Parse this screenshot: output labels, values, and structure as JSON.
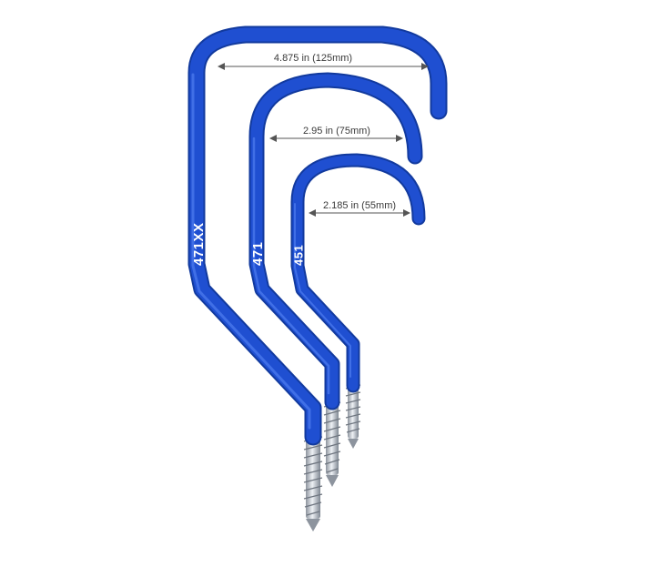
{
  "colors": {
    "hook_blue": "#1f4fd1",
    "hook_blue_dark": "#123a9e",
    "hook_blue_light": "#4f7df0",
    "screw_silver": "#c9ced6",
    "screw_shadow": "#8d949e",
    "dimension_line": "#555555",
    "background": "#ffffff"
  },
  "hooks": [
    {
      "model": "471XX",
      "dimension": "4.875 in (125mm)"
    },
    {
      "model": "471",
      "dimension": "2.95 in (75mm)"
    },
    {
      "model": "451",
      "dimension": "2.185 in (55mm)"
    }
  ]
}
